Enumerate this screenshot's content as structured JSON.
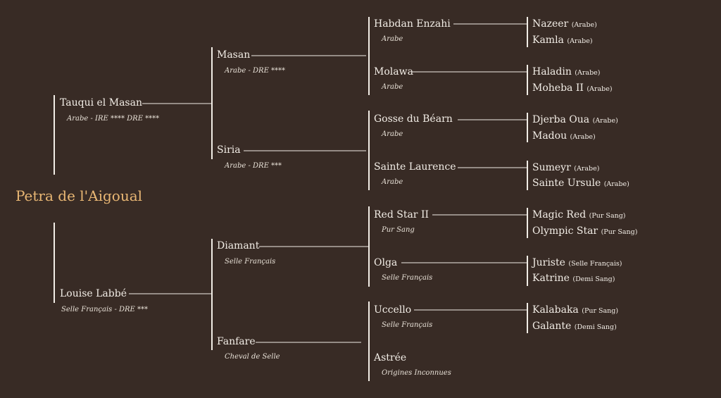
{
  "colors": {
    "background": "#382b25",
    "text": "#f2ede6",
    "subject": "#e9b774",
    "lines": "#f2ede6"
  },
  "subject": "Petra de l'Aigoual",
  "sire": {
    "name": "Tauqui el Masan",
    "breed": "Arabe - IRE **** DRE ****"
  },
  "dam": {
    "name": "Louise Labbé",
    "breed": "Selle Français - DRE ***"
  },
  "grandparents": [
    {
      "name": "Masan",
      "breed": "Arabe - DRE ****"
    },
    {
      "name": "Siria",
      "breed": "Arabe - DRE ***"
    },
    {
      "name": "Diamant",
      "breed": "Selle Français"
    },
    {
      "name": "Fanfare",
      "breed": "Cheval de Selle"
    }
  ],
  "great_grandparents": [
    {
      "name": "Habdan Enzahi",
      "breed": "Arabe"
    },
    {
      "name": "Molawa",
      "breed": "Arabe"
    },
    {
      "name": "Gosse du Béarn",
      "breed": "Arabe"
    },
    {
      "name": "Sainte Laurence",
      "breed": "Arabe"
    },
    {
      "name": "Red Star II",
      "breed": "Pur Sang"
    },
    {
      "name": "Olga",
      "breed": "Selle Français"
    },
    {
      "name": "Uccello",
      "breed": "Selle Français"
    },
    {
      "name": "Astrée",
      "breed": "Origines Inconnues"
    }
  ],
  "great_great_grandparents": [
    {
      "name": "Nazeer",
      "breed": "(Arabe)"
    },
    {
      "name": "Kamla",
      "breed": "(Arabe)"
    },
    {
      "name": "Haladin",
      "breed": "(Arabe)"
    },
    {
      "name": "Moheba II",
      "breed": "(Arabe)"
    },
    {
      "name": "Djerba Oua",
      "breed": "(Arabe)"
    },
    {
      "name": "Madou",
      "breed": "(Arabe)"
    },
    {
      "name": "Sumeyr",
      "breed": "(Arabe)"
    },
    {
      "name": "Sainte Ursule",
      "breed": "(Arabe)"
    },
    {
      "name": "Magic Red",
      "breed": "(Pur Sang)"
    },
    {
      "name": "Olympic Star",
      "breed": "(Pur Sang)"
    },
    {
      "name": "Juriste",
      "breed": "(Selle Français)"
    },
    {
      "name": "Katrine",
      "breed": "(Demi Sang)"
    },
    {
      "name": "Kalabaka",
      "breed": "(Pur Sang)"
    },
    {
      "name": "Galante",
      "breed": "(Demi Sang)"
    }
  ]
}
